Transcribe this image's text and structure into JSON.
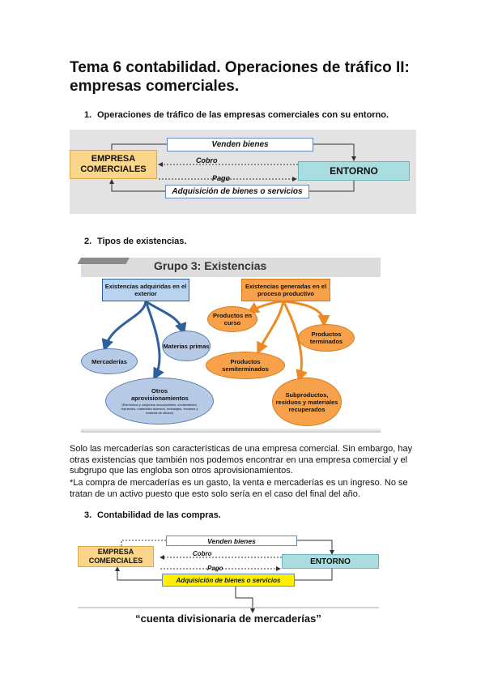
{
  "title": "Tema 6 contabilidad. Operaciones de tráfico II: empresas comerciales.",
  "section1": {
    "num": "1.",
    "heading": "Operaciones de tráfico de las empresas comerciales con su entorno.",
    "diagram": {
      "empresa": "EMPRESA COMERCIALES",
      "entorno": "ENTORNO",
      "venden": "Venden bienes",
      "cobro": "Cobro",
      "pago": "Pago",
      "adquisicion": "Adquisición de bienes o servicios"
    }
  },
  "section2": {
    "num": "2.",
    "heading": "Tipos de existencias.",
    "diagram": {
      "title": "Grupo 3: Existencias",
      "exterior": "Existencias adquiridas en el exterior",
      "generadas": "Existencias generadas en el proceso productivo",
      "mercaderias": "Mercaderías",
      "materias": "Materias primas",
      "otros": "Otros aprovisionamientos",
      "otros_detail": "(Elementos y conjuntos incorporables, combustibles, repuestos, materiales diversos, embalajes, envases y material de oficina)",
      "curso": "Productos en curso",
      "terminados": "Productos terminados",
      "semiterminados": "Productos semiterminados",
      "subproductos": "Subproductos, residuos y materiales recuperados"
    },
    "paragraph1": "Solo las mercaderías son características de una empresa comercial. Sin embargo, hay otras existencias que también nos podemos encontrar en una empresa comercial y el subgrupo que las engloba son otros aprovisionamientos.",
    "paragraph2": "*La compra de mercaderías es un gasto, la venta e mercaderías es un ingreso. No se tratan de un activo puesto que esto solo sería en el caso del final del año."
  },
  "section3": {
    "num": "3.",
    "heading": "Contabilidad de las compras.",
    "diagram": {
      "empresa": "EMPRESA COMERCIALES",
      "entorno": "ENTORNO",
      "venden": "Venden bienes",
      "cobro": "Cobro",
      "pago": "Pago",
      "adquisicion": "Adquisición de bienes o servicios",
      "cuenta": "“cuenta divisionaria de mercaderías”"
    }
  },
  "colors": {
    "empresa_fill": "#fbd68a",
    "entorno_fill": "#a9dde0",
    "blue_box": "#b7d3f0",
    "orange_box": "#f7a24a",
    "orange_arrow": "#ef8a22",
    "blue_arrow": "#2e5f9e",
    "yellow": "#ffef00"
  }
}
